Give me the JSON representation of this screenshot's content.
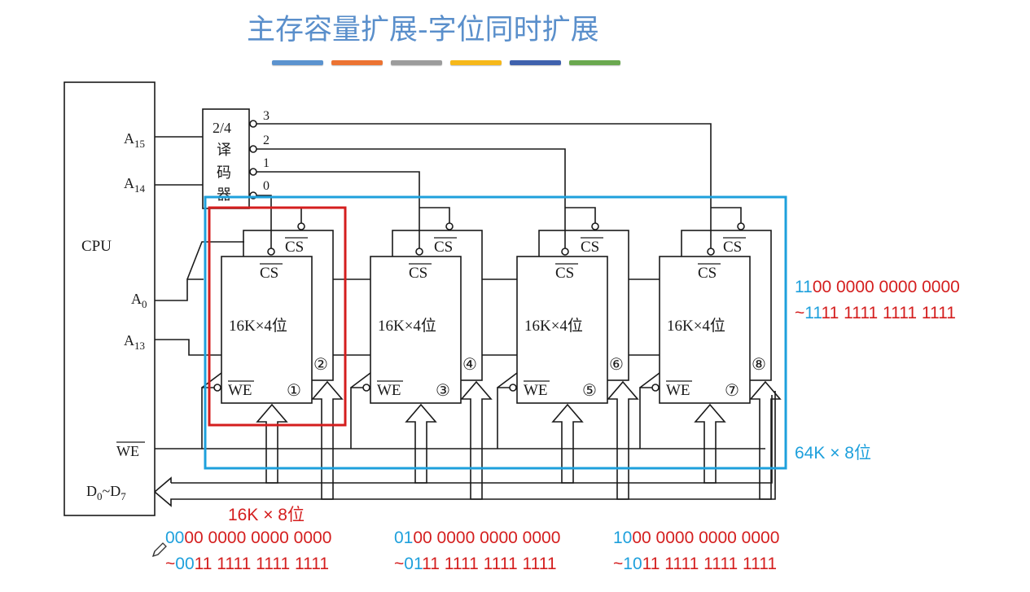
{
  "title": "主存容量扩展-字位同时扩展",
  "color_bars": [
    "#5b93cf",
    "#ec7332",
    "#9c9c9c",
    "#f6b81a",
    "#3f61ad",
    "#6aa84f"
  ],
  "colors": {
    "highlight_red": "#d41e1e",
    "highlight_blue": "#1ea0dc",
    "line": "#1a1a1a"
  },
  "cpu": {
    "label": "CPU",
    "pins": {
      "a15": "A15",
      "a14": "A14",
      "a0": "A0",
      "a13": "A13",
      "we": "WE",
      "data": "D0~D7"
    }
  },
  "decoder": {
    "line1": "2/4",
    "line2": "译",
    "line3": "码",
    "line4": "器",
    "outputs": [
      "3",
      "2",
      "1",
      "0"
    ]
  },
  "chips": [
    {
      "capacity": "16K×4位",
      "cs": "CS",
      "we": "WE",
      "front_id": "①",
      "back_id": "②",
      "back_cs": "CS"
    },
    {
      "capacity": "16K×4位",
      "cs": "CS",
      "we": "WE",
      "front_id": "③",
      "back_id": "④",
      "back_cs": "CS"
    },
    {
      "capacity": "16K×4位",
      "cs": "CS",
      "we": "WE",
      "front_id": "⑤",
      "back_id": "⑥",
      "back_cs": "CS"
    },
    {
      "capacity": "16K×4位",
      "cs": "CS",
      "we": "WE",
      "front_id": "⑦",
      "back_id": "⑧",
      "back_cs": "CS"
    }
  ],
  "annotations": {
    "group_label": "16K × 8位",
    "total_label": "64K × 8位",
    "ranges": [
      {
        "start_prefix": "00",
        "start_rest": "00 0000 0000 0000",
        "tilde": "~",
        "end_prefix": "00",
        "end_rest": "11 1111 1111 1111"
      },
      {
        "start_prefix": "01",
        "start_rest": "00 0000 0000 0000",
        "tilde": "~",
        "end_prefix": "01",
        "end_rest": "11 1111 1111 1111"
      },
      {
        "start_prefix": "10",
        "start_rest": "00 0000 0000 0000",
        "tilde": "~",
        "end_prefix": "10",
        "end_rest": "11 1111 1111 1111"
      },
      {
        "start_prefix": "11",
        "start_rest": "00 0000 0000 0000",
        "tilde": "~",
        "end_prefix": "11",
        "end_rest": "11 1111 1111 1111"
      }
    ]
  }
}
